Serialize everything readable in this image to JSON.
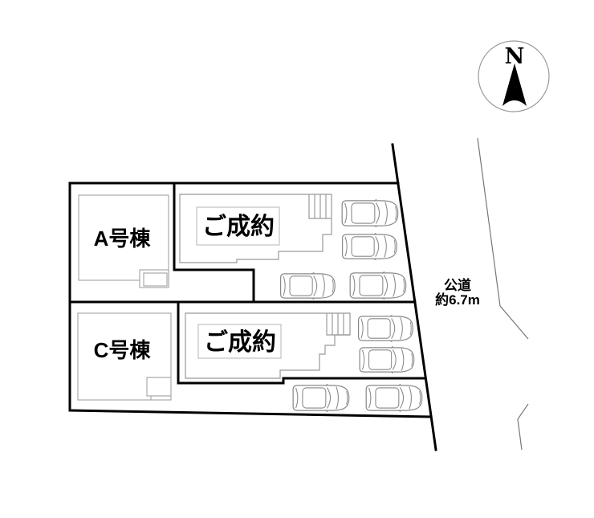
{
  "site_plan": {
    "north_indicator": {
      "label": "N"
    },
    "road": {
      "name": "公道",
      "width": "約6.7m"
    },
    "lots": [
      {
        "label": "A号棟"
      },
      {
        "label": "ご成約"
      },
      {
        "label": "C号棟"
      },
      {
        "label": "ご成約"
      }
    ],
    "parked_cars": 8
  },
  "colors": {
    "boundary": "#000000",
    "building_outline": "#999999",
    "car_outline": "#888888",
    "background": "#ffffff"
  }
}
